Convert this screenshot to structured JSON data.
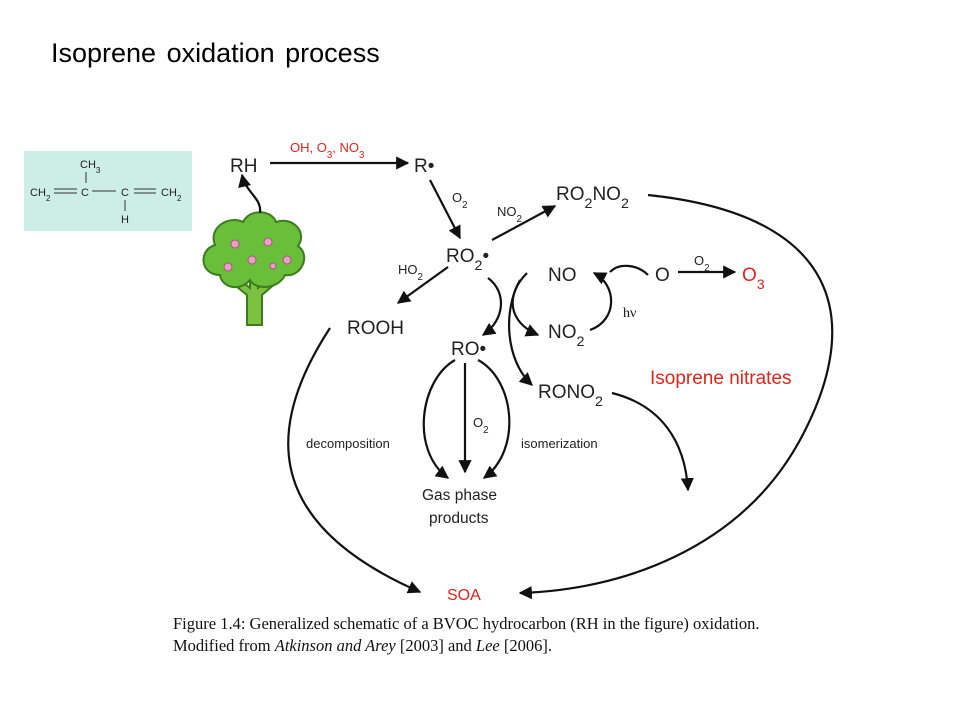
{
  "title": "Isoprene oxidation process",
  "molecule": {
    "top_group": "CH3",
    "left_group": "CH2",
    "c1": "C",
    "c2": "C",
    "right_group": "CH2",
    "bottom_atom": "H"
  },
  "species": {
    "rh": "RH",
    "r_radical": "R•",
    "ro2_radical": "RO2•",
    "ro2no2": "RO2NO2",
    "no": "NO",
    "o": "O",
    "o3": "O3",
    "no2": "NO2",
    "rooh": "ROOH",
    "ro_radical": "RO•",
    "rono2": "RONO2",
    "gas_phase_line1": "Gas phase",
    "gas_phase_line2": "products",
    "soa": "SOA"
  },
  "reactions": {
    "oxidants": "OH, O3, NO3",
    "o2_to_ro2": "O2",
    "no2_to_ro2no2": "NO2",
    "ho2_to_rooh": "HO2",
    "o2_to_o3": "O2",
    "photolysis": "hν",
    "decomposition": "decomposition",
    "o2_gas": "O2",
    "isomerization": "isomerization"
  },
  "annotation": "Isoprene nitrates",
  "caption": {
    "line1": "Figure 1.4: Generalized schematic of a BVOC hydrocarbon (RH in the figure) oxidation.",
    "line2_pre": "Modified from ",
    "line2_ref1": "Atkinson and Arey",
    "line2_mid": " [2003] and ",
    "line2_ref2": "Lee",
    "line2_post": " [2006]."
  },
  "colors": {
    "highlight_red": "#e0241b",
    "molecule_bg": "#cdeee6",
    "tree_green": "#6abf3a",
    "flower_pink": "#e8a0c8"
  }
}
